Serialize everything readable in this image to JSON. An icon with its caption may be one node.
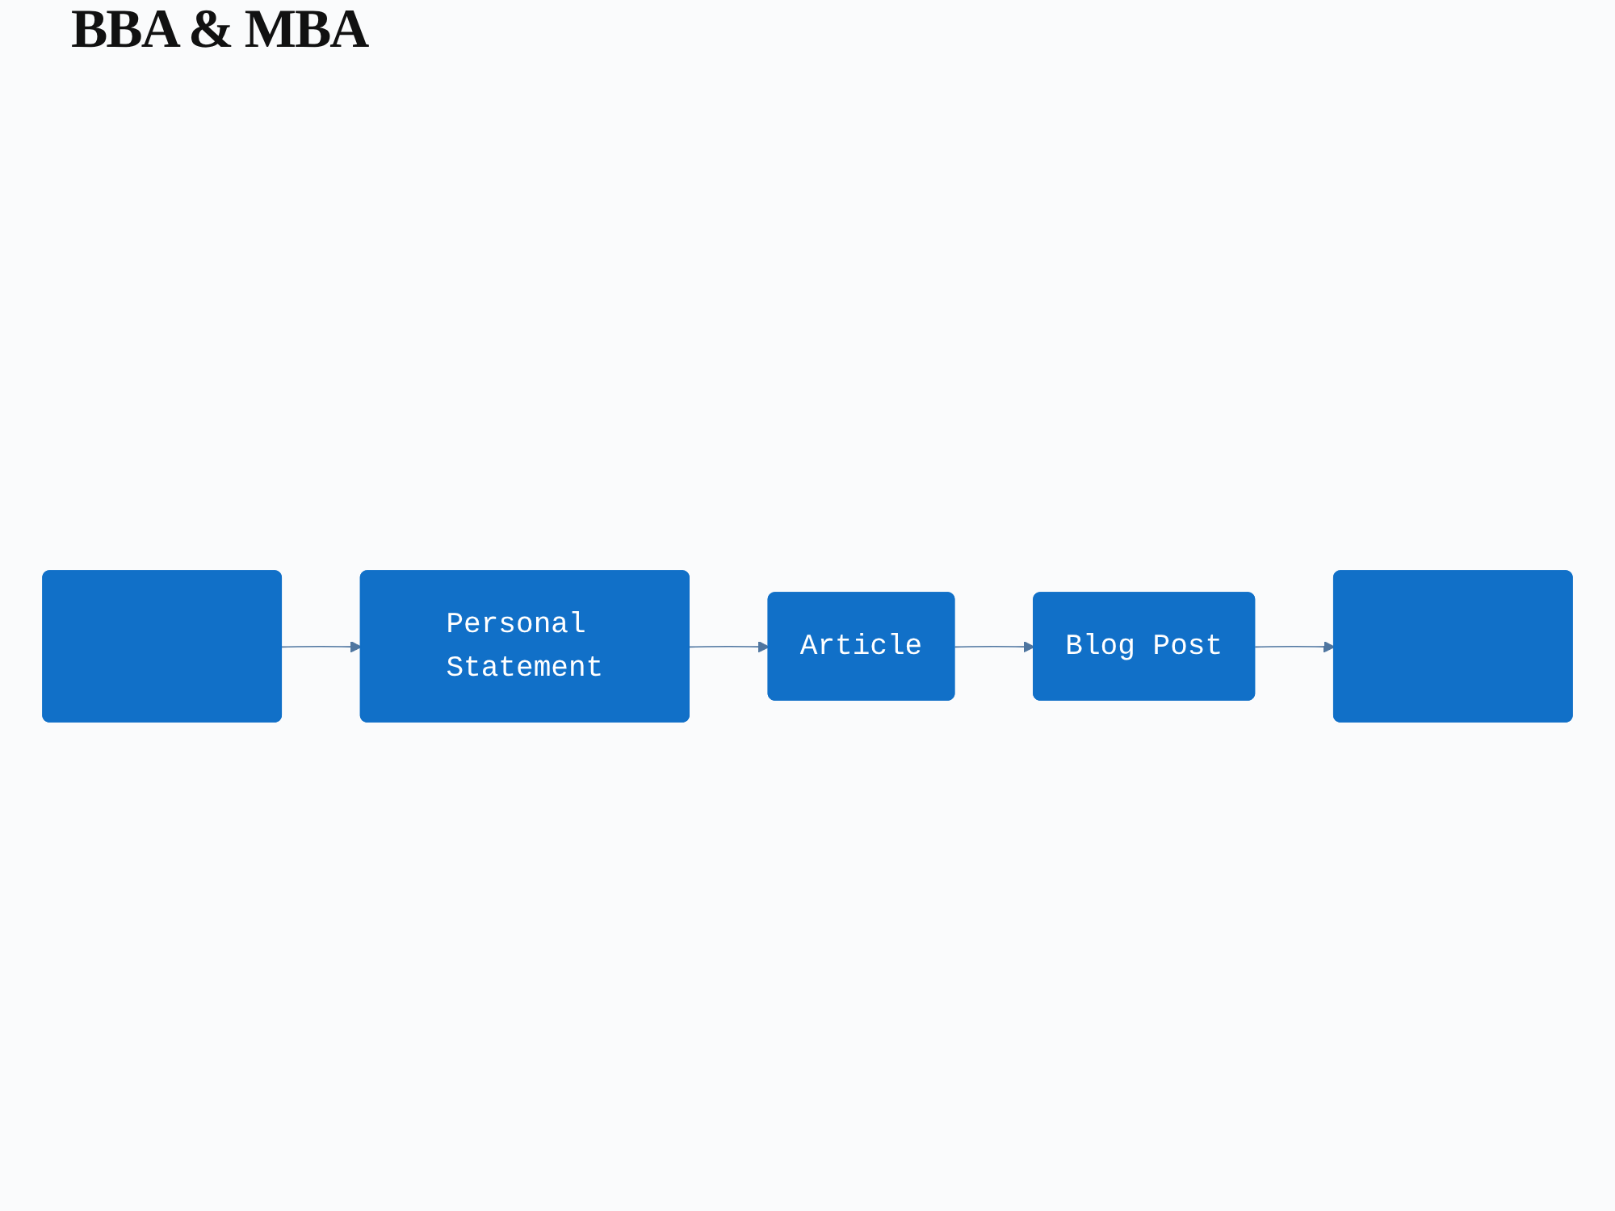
{
  "diagram": {
    "title": "BBA & MBA",
    "nodes": [
      {
        "text": [
          "Article"
        ]
      },
      {
        "text": [
          "Personal Statement"
        ]
      },
      {
        "text": [
          "Blog Post"
        ]
      },
      {
        "text": [],
        "shape": "box"
      },
      {
        "text": [],
        "shape": "box"
      }
    ],
    "edges": [
      {
        "from": 1,
        "to": 0,
        "arrow": "to"
      },
      {
        "from": 0,
        "to": 2,
        "arrow": "to"
      },
      {
        "from": 2,
        "to": 4,
        "arrow": "to"
      },
      {
        "from": 3,
        "to": 1,
        "arrow": "to"
      }
    ]
  }
}
